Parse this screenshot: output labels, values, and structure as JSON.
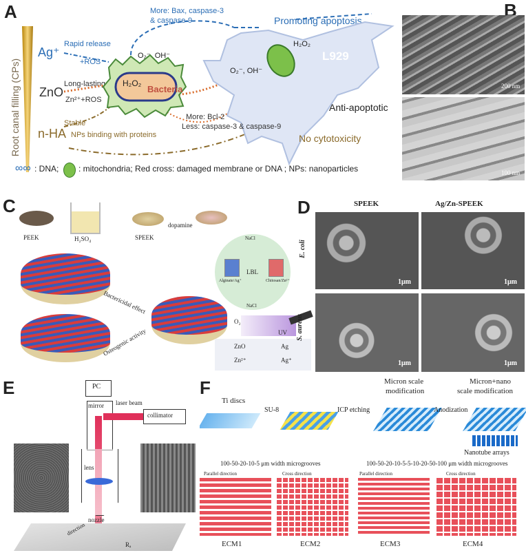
{
  "panels": {
    "a": {
      "label": "A",
      "vertical_label": "Root canal filling (CPs)",
      "ag": "Ag⁺",
      "zno": "ZnO",
      "nha": "n-HA",
      "rapid_release": "Rapid release",
      "ros1": "+ROS",
      "long_lasting": "Long-lasting",
      "zn_ros": "Zn²⁺+ROS",
      "stable": "Stable",
      "nps_binding": "NPs binding with proteins",
      "more_bax": "More: Bax, caspase-3",
      "more_bax2": "& caspase-9",
      "promoting": "Promoting apoptosis",
      "o2_oh_1": "O₂⁻, OH⁻",
      "h2o2_bact": "H₂O₂",
      "bacteria": "Bacteria",
      "h2o2_cell": "H₂O₂",
      "o2_oh_2": "O₂⁻, OH⁻",
      "l929": "L929",
      "more_bcl": "More: Bcl-2",
      "less_casp": "Less: caspase-3 & caspase-9",
      "anti_apoptotic": "Anti-apoptotic",
      "no_cytotox": "No cytotoxicity",
      "legend_dna": ": DNA;",
      "legend_mito": ": mitochondria;  Red cross: damaged membrane or DNA ; NPs: nanoparticles"
    },
    "b": {
      "label": "B",
      "scale1": "200 nm",
      "scale2": "100 nm"
    },
    "c": {
      "label": "C",
      "peek": "PEEK",
      "h2so4": "H₂SO₄",
      "speek": "SPEEK",
      "dopamine": "dopamine",
      "nacl1": "NaCl",
      "lbl": "LBL",
      "alginate": "Alginate/Ag⁺",
      "chitosan": "Chitosan/Zn²⁺",
      "nacl2": "NaCl",
      "bactericidal": "Bactericidal effect",
      "osteogenic": "Osteogenic activity",
      "o2": "O₂",
      "uv": "UV",
      "leg_zno": "ZnO",
      "leg_ag": "Ag",
      "leg_zn": "Zn²⁺",
      "leg_agp": "Ag⁺"
    },
    "d": {
      "label": "D",
      "col1": "SPEEK",
      "col2": "Ag/Zn-SPEEK",
      "row1": "E. coli",
      "row2": "S. aureus",
      "scale": "1μm"
    },
    "e": {
      "label": "E",
      "pc": "PC",
      "mirror": "mirror",
      "laser_beam": "laser beam",
      "collimator": "collimator",
      "lens": "lens",
      "nozzle": "nozzle",
      "direction": "direction",
      "ra": "Rₐ"
    },
    "f": {
      "label": "F",
      "ti_discs": "Ti discs",
      "su8": "SU-8",
      "icp": "ICP  etching",
      "micron": "Micron scale",
      "micron2": "modification",
      "anodization": "Anodization",
      "mn": "Micron+nano",
      "mn2": "scale modification",
      "nanotube": "Nanotube arrays",
      "width1": "100-50-20-10-5 μm width microgrooves",
      "width2": "100-50-20-10-5-5-10-20-50-100 μm width microgrooves",
      "parallel": "Parallel direction",
      "cross": "Cross direction",
      "ecm1": "ECM1",
      "ecm2": "ECM2",
      "ecm3": "ECM3",
      "ecm4": "ECM4"
    }
  },
  "colors": {
    "blue": "#2a6db5",
    "orange": "#d96b2a",
    "brown": "#8a6a2a",
    "red": "#e8505a"
  }
}
